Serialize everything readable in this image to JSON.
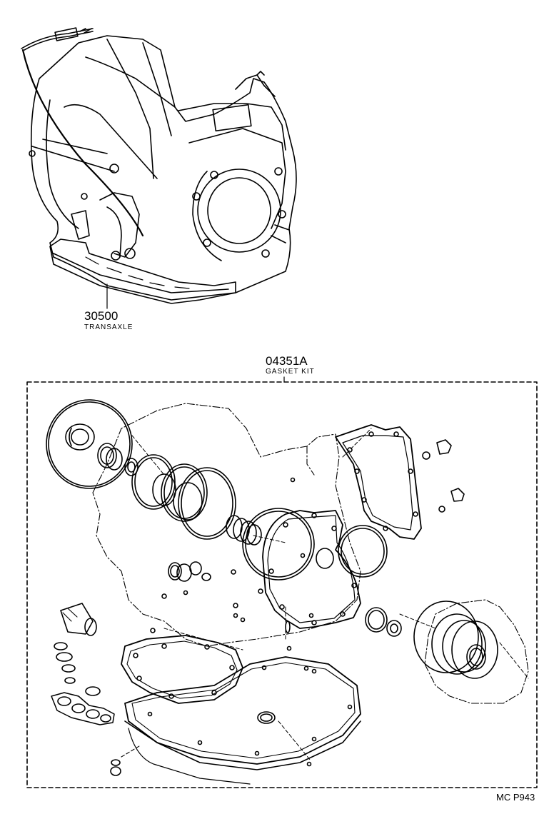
{
  "transaxle": {
    "part_number": "30500",
    "name": "TRANSAXLE"
  },
  "gasket_kit": {
    "part_number": "04351A",
    "name": "GASKET KIT"
  },
  "diagram_code": "MC P943"
}
